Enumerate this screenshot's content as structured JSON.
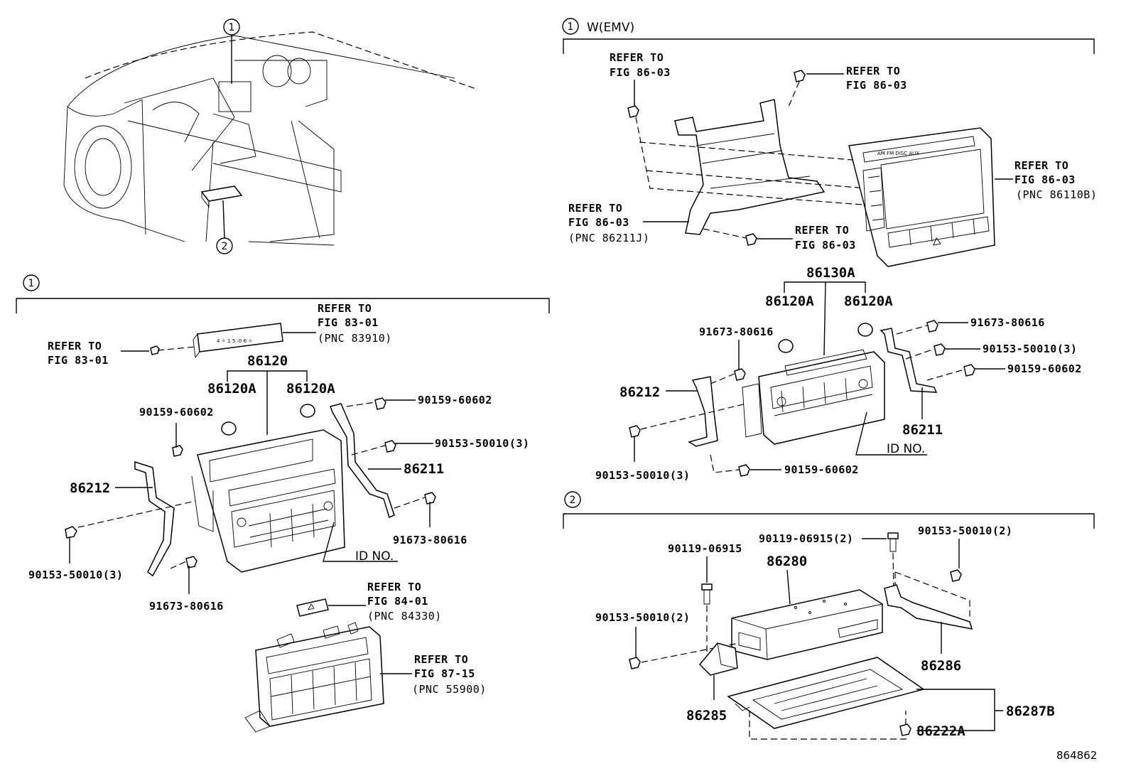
{
  "callouts": {
    "one": "1",
    "two": "2",
    "variant_emv": "W(EMV)"
  },
  "drawing_number": "864862",
  "section1": {
    "hvac_display_ref": [
      "REFER TO",
      "FIG 83-01",
      "(PNC 83910)"
    ],
    "screw_ref": [
      "REFER TO",
      "FIG 83-01"
    ],
    "assembly": "86120",
    "knob_left": "86120A",
    "knob_right": "86120A",
    "screw_upper_left": "90159-60602",
    "screw_upper_right": "90159-60602",
    "screw_right": "90153-50010(3)",
    "bracket_right": "86211",
    "bracket_left": "86212",
    "screw_left": "90153-50010(3)",
    "clip_right": "91673-80616",
    "clip_bottom": "91673-80616",
    "id_no": "ID NO.",
    "hazard_switch_ref": [
      "REFER TO",
      "FIG 84-01",
      "(PNC 84330)"
    ],
    "ac_control_ref": [
      "REFER TO",
      "FIG 87-15",
      "(PNC 55900)"
    ]
  },
  "section_emv": {
    "ref_top_left": [
      "REFER TO",
      "FIG 86-03"
    ],
    "ref_top_right": [
      "REFER TO",
      "FIG 86-03"
    ],
    "ref_display": [
      "REFER TO",
      "FIG 86-03",
      "(PNC 86110B)"
    ],
    "ref_bracket": [
      "REFER TO",
      "FIG 86-03",
      "(PNC 86211J)"
    ],
    "ref_bottom_screw": [
      "REFER TO",
      "FIG 86-03"
    ],
    "assembly": "86130A",
    "knob_left": "86120A",
    "knob_right": "86120A",
    "clip_left": "91673-80616",
    "clip_right": "91673-80616",
    "screw_right_a": "90153-50010(3)",
    "screw_right_b": "90159-60602",
    "bracket_left": "86212",
    "bracket_right": "86211",
    "screw_left": "90153-50010(3)",
    "screw_bottom": "90159-60602",
    "id_no": "ID NO."
  },
  "section2": {
    "bolt_left": "90119-06915",
    "bolt_right": "90119-06915(2)",
    "screw_right": "90153-50010(2)",
    "amplifier": "86280",
    "screw_left": "90153-50010(2)",
    "bracket_right": "86286",
    "bracket_left": "86285",
    "tray": "86287B",
    "screw_tray": "86222A"
  }
}
